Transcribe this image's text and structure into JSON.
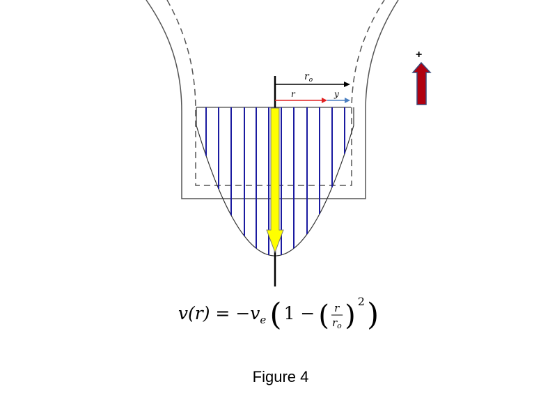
{
  "figure": {
    "caption": "Figure 4",
    "labels": {
      "outer_radius": "r",
      "outer_radius_sub": "o",
      "radius": "r",
      "gap": "y",
      "positive_direction": "+"
    },
    "equation": {
      "lhs": "v(r) = ",
      "minus": "−",
      "ve": "v",
      "ve_sub": "e",
      "one_minus": "1 −",
      "num": "r",
      "den": "r",
      "den_sub": "o",
      "power": "2"
    },
    "colors": {
      "wall": "#555555",
      "profile_lines": "#1a1aa0",
      "velocity_arrow": "#ffff00",
      "r_arrow": "#e02020",
      "y_arrow": "#4a7fc0",
      "direction_arrow": "#b00010",
      "direction_arrow_edge": "#3a4a7a"
    }
  }
}
